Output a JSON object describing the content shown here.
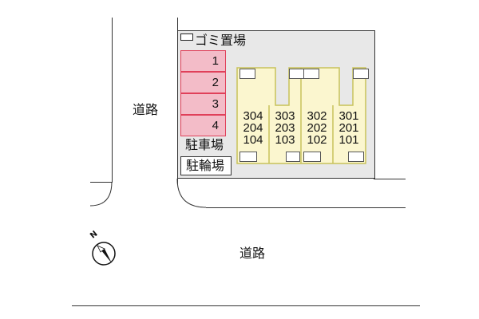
{
  "map": {
    "garbage_label": "ゴミ置場",
    "road_left": "道路",
    "road_bottom": "道路",
    "parking_label": "駐車場",
    "bicycle_label": "駐輪場",
    "parking_spaces": [
      "1",
      "2",
      "3",
      "4"
    ],
    "units": [
      {
        "col": "304/204/104",
        "top": "304",
        "mid": "204",
        "bot": "104"
      },
      {
        "col": "303/203/103",
        "top": "303",
        "mid": "203",
        "bot": "103"
      },
      {
        "col": "302/202/102",
        "top": "302",
        "mid": "202",
        "bot": "102"
      },
      {
        "col": "301/201/101",
        "top": "301",
        "mid": "201",
        "bot": "101"
      }
    ],
    "compass_letter": "N",
    "colors": {
      "parking_fill": "#f3bcc8",
      "parking_border": "#e0405a",
      "building_fill": "#fbf6cf",
      "building_border": "#c8c25a",
      "site_fill": "#e8e8e8"
    }
  }
}
